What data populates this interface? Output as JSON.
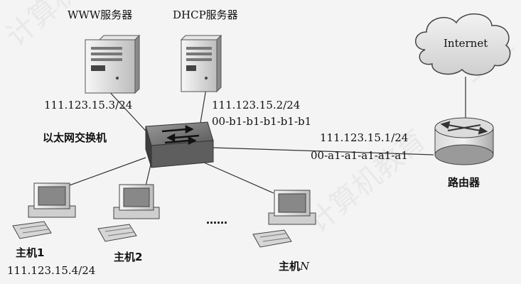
{
  "watermark": "计算机教育 王道",
  "servers": {
    "www": {
      "title": "WWW服务器",
      "ip": "111.123.15.3/24"
    },
    "dhcp": {
      "title": "DHCP服务器",
      "ip": "111.123.15.2/24",
      "mac": "00-b1-b1-b1-b1-b1"
    }
  },
  "switch": {
    "label": "以太网交换机"
  },
  "router": {
    "label": "路由器",
    "ip": "111.123.15.1/24",
    "mac": "00-a1-a1-a1-a1-a1"
  },
  "cloud": {
    "label": "Internet"
  },
  "hosts": {
    "host1": {
      "label": "主机1",
      "ip": "111.123.15.4/24"
    },
    "host2": {
      "label": "主机2"
    },
    "hostn": {
      "label_prefix": "主机",
      "label_var": "N"
    }
  },
  "ellipsis": "……"
}
